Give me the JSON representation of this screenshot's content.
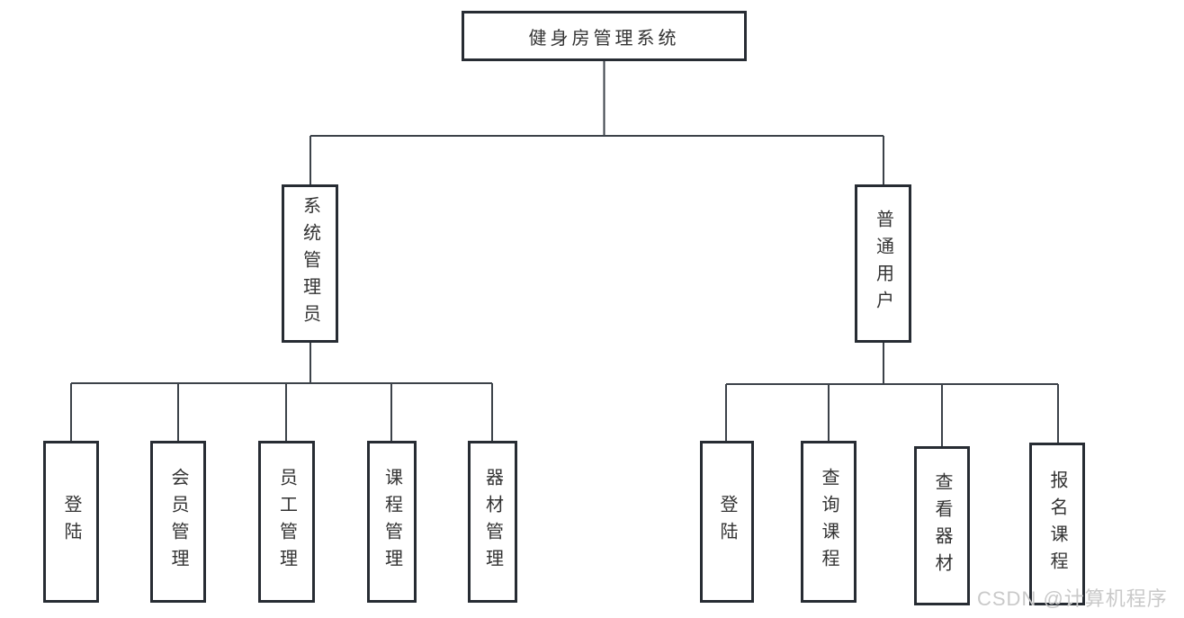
{
  "diagram": {
    "root": {
      "label": "健身房管理系统"
    },
    "branches": [
      {
        "label": "系统管理员",
        "children": [
          {
            "label": "登陆"
          },
          {
            "label": "会员管理"
          },
          {
            "label": "员工管理"
          },
          {
            "label": "课程管理"
          },
          {
            "label": "器材管理"
          }
        ]
      },
      {
        "label": "普通用户",
        "children": [
          {
            "label": "登陆"
          },
          {
            "label": "查询课程"
          },
          {
            "label": "查看器材"
          },
          {
            "label": "报名课程"
          }
        ]
      }
    ]
  },
  "watermark": {
    "text": "CSDN @计算机程序"
  },
  "colors": {
    "background": "#ffffff",
    "box_border": "#272c33",
    "connector": "#3c4249",
    "text": "#333333",
    "watermark": "#c9c9c9"
  }
}
